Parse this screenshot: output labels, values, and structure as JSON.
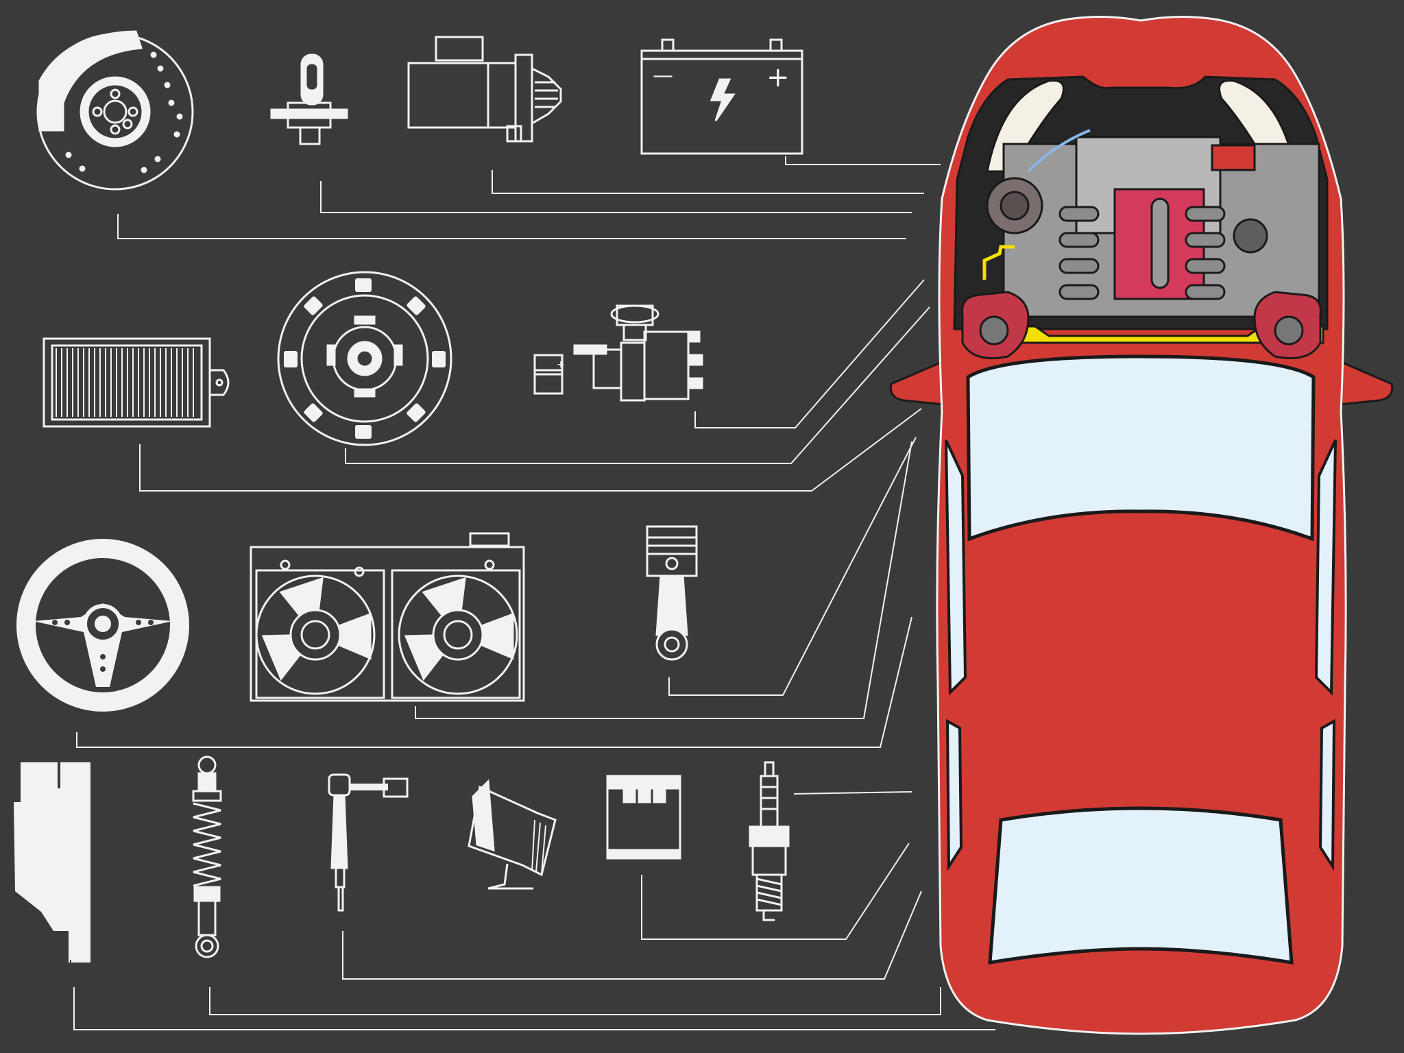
{
  "diagram": {
    "background_color": "#3a3a3a",
    "line_color": "#f2f2f2",
    "car": {
      "body_color": "#d23a34",
      "window_color": "#e3f1fb",
      "engine_accent": "#d43a5c",
      "frame_accent": "#f2e000"
    },
    "battery": {
      "minus_symbol": "—",
      "plus_symbol": "+"
    },
    "distributor": {
      "label": "+"
    },
    "parts": [
      {
        "name": "brake-disc",
        "icon": "brake-disc-icon"
      },
      {
        "name": "headlight-bulb",
        "icon": "bulb-icon"
      },
      {
        "name": "starter-motor",
        "icon": "starter-motor-icon"
      },
      {
        "name": "battery",
        "icon": "battery-icon"
      },
      {
        "name": "air-filter",
        "icon": "air-filter-icon"
      },
      {
        "name": "clutch-disc",
        "icon": "clutch-disc-icon"
      },
      {
        "name": "distributor",
        "icon": "distributor-icon"
      },
      {
        "name": "steering-wheel",
        "icon": "steering-wheel-icon"
      },
      {
        "name": "radiator-fans",
        "icon": "radiator-icon"
      },
      {
        "name": "piston",
        "icon": "piston-icon"
      },
      {
        "name": "exhaust-muffler",
        "icon": "muffler-icon"
      },
      {
        "name": "shock-absorber",
        "icon": "shock-absorber-icon"
      },
      {
        "name": "stabilizer-link",
        "icon": "stabilizer-link-icon"
      },
      {
        "name": "horn",
        "icon": "horn-icon"
      },
      {
        "name": "oil-filter",
        "icon": "oil-filter-icon"
      },
      {
        "name": "spark-plug",
        "icon": "spark-plug-icon"
      }
    ]
  }
}
